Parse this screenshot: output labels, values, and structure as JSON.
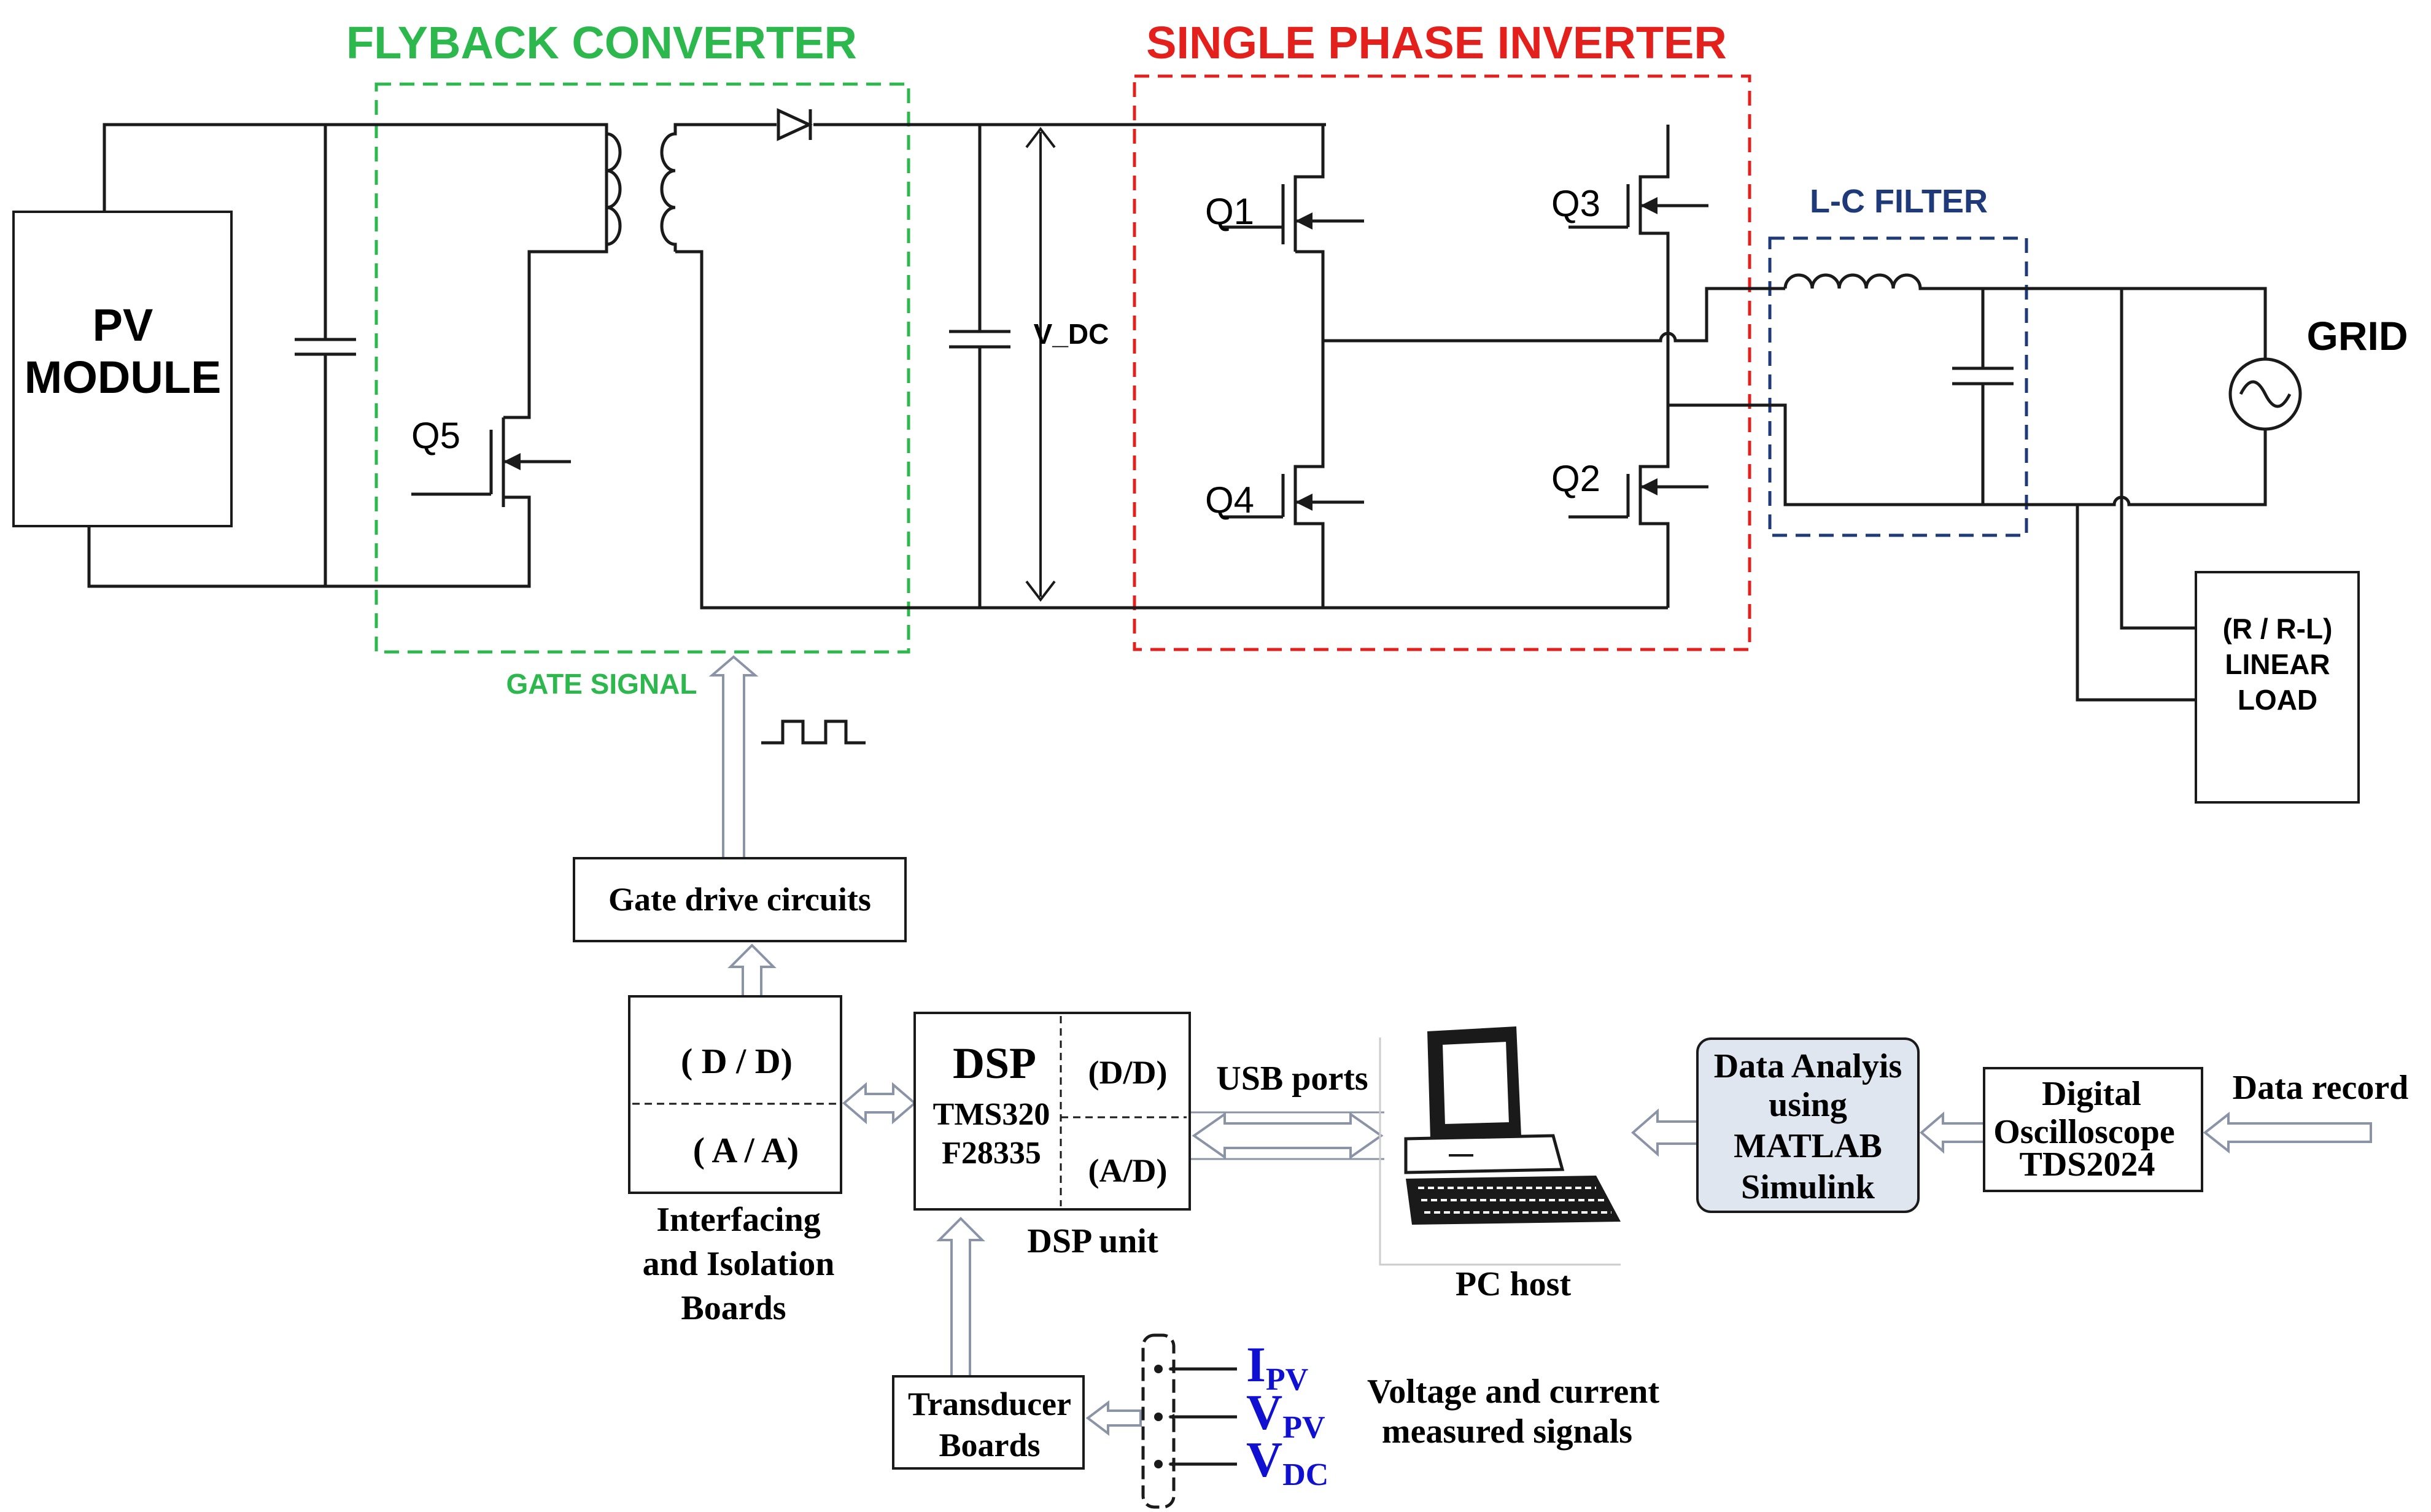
{
  "sections": {
    "flyback_title": "FLYBACK CONVERTER",
    "inverter_title": "SINGLE PHASE INVERTER",
    "filter_title": "L-C FILTER",
    "gate_signal": "GATE SIGNAL"
  },
  "components": {
    "pv_line1": "PV",
    "pv_line2": "MODULE",
    "grid": "GRID",
    "vdc": "V_DC",
    "q1": "Q1",
    "q2": "Q2",
    "q3": "Q3",
    "q4": "Q4",
    "q5": "Q5",
    "load_line1": "(R / R-L)",
    "load_line2": "LINEAR",
    "load_line3": "LOAD"
  },
  "blocks": {
    "gate_drive": "Gate drive circuits",
    "dd": "( D / D)",
    "aa": "( A / A)",
    "interfacing_line1": "Interfacing",
    "interfacing_line2": "and Isolation",
    "interfacing_line3": "Boards",
    "dsp_title": "DSP",
    "dsp_model_line1": "TMS320",
    "dsp_model_line2": "F28335",
    "dsp_dd": "(D/D)",
    "dsp_ad": "(A/D)",
    "dsp_unit": "DSP unit",
    "usb_ports": "USB ports",
    "pc_host": "PC  host",
    "analysis_line1": "Data Analyis",
    "analysis_line2": "using",
    "analysis_line3": "MATLAB",
    "analysis_line4": "Simulink",
    "scope_line1": "Digital",
    "scope_line2": "Oscilloscope",
    "scope_line3": "TDS2024",
    "data_record": "Data record",
    "transducer_line1": "Transducer",
    "transducer_line2": "Boards",
    "measured_line1": "Voltage and current",
    "measured_line2": "measured signals"
  },
  "signals": [
    {
      "main": "I",
      "sub": "PV"
    },
    {
      "main": "V",
      "sub": "PV"
    },
    {
      "main": "V",
      "sub": "DC"
    }
  ],
  "colors": {
    "flyback": "#2db84d",
    "inverter": "#e3201b",
    "filter": "#1f3a78",
    "signals": "#1010d0",
    "analysis_fill": "#dfe6f0"
  }
}
